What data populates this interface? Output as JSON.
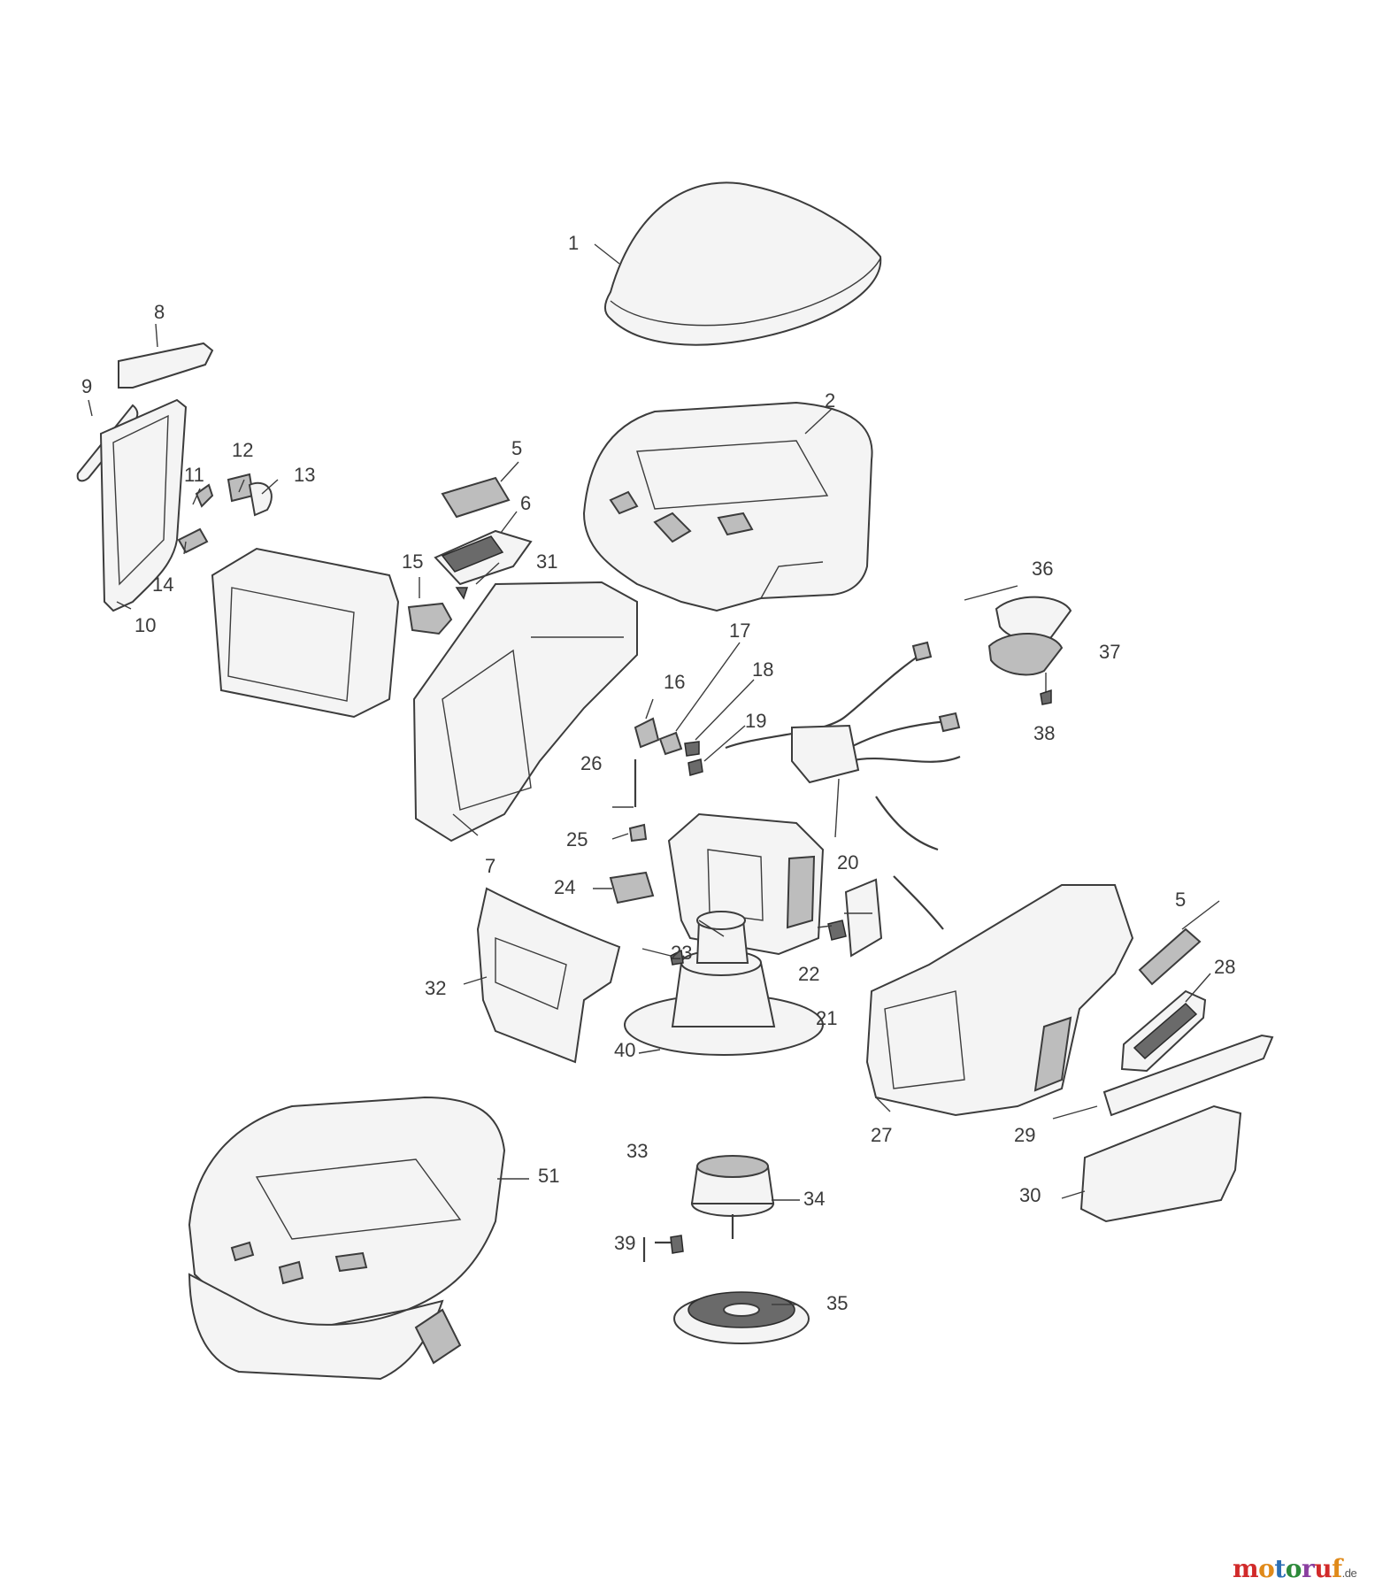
{
  "labels": {
    "p1": "1",
    "p2": "2",
    "p5a": "5",
    "p5b": "5",
    "p6": "6",
    "p7": "7",
    "p8": "8",
    "p9": "9",
    "p10": "10",
    "p11": "11",
    "p12": "12",
    "p13": "13",
    "p14": "14",
    "p15": "15",
    "p16": "16",
    "p17": "17",
    "p18": "18",
    "p19": "19",
    "p20": "20",
    "p21": "21",
    "p22": "22",
    "p23": "23",
    "p24": "24",
    "p25": "25",
    "p26": "26",
    "p27": "27",
    "p28": "28",
    "p29": "29",
    "p30": "30",
    "p31": "31",
    "p32": "32",
    "p33": "33",
    "p34": "34",
    "p35": "35",
    "p36": "36",
    "p37": "37",
    "p38": "38",
    "p39": "39",
    "p40": "40",
    "p51": "51"
  },
  "watermark": {
    "text": "motoruf",
    "suffix": ".de",
    "colors": [
      "#d12a2a",
      "#e08a1a",
      "#2c6fb5",
      "#2c8a3a",
      "#8a3fa0",
      "#d12a2a",
      "#e08a1a"
    ]
  }
}
